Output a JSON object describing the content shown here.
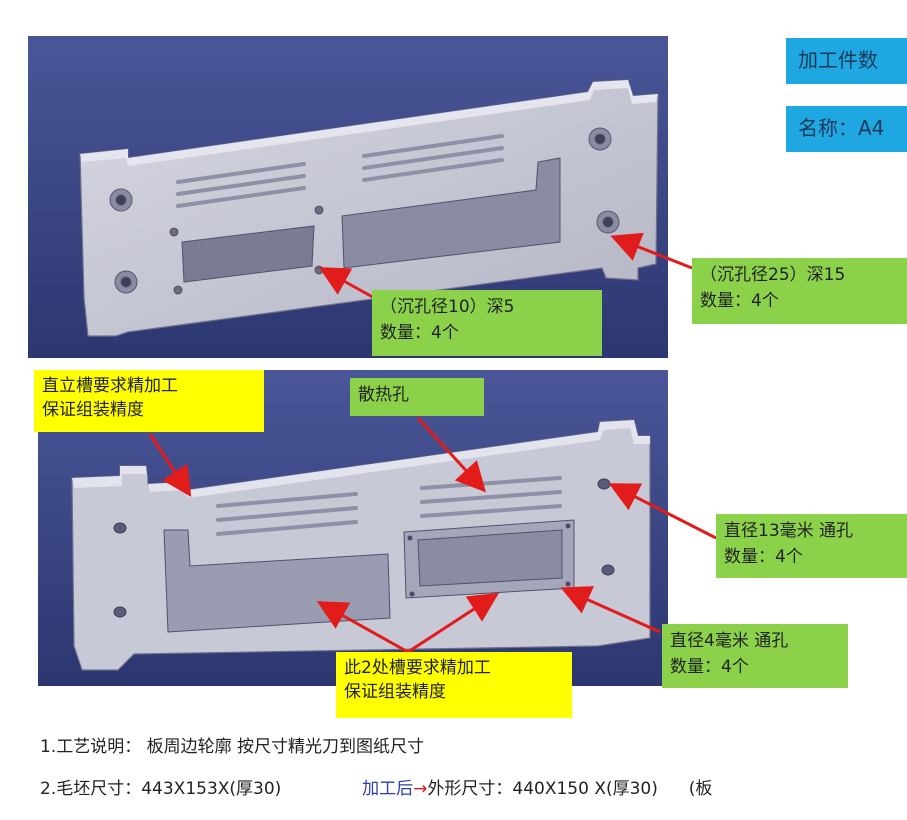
{
  "header": {
    "count_label": "加工件数",
    "name_label": "名称：A4"
  },
  "callouts": {
    "counterbore10": {
      "line1": "（沉孔径10）深5",
      "line2": "数量：4个"
    },
    "counterbore25": {
      "line1": "（沉孔径25）深15",
      "line2": "数量：4个"
    },
    "slot_vertical": {
      "line1": "直立槽要求精加工",
      "line2": "保证组装精度"
    },
    "vent_holes": {
      "line1": "散热孔"
    },
    "hole13": {
      "line1": "直径13毫米 通孔",
      "line2": "数量：4个"
    },
    "hole4": {
      "line1": "直径4毫米 通孔",
      "line2": "数量：4个"
    },
    "two_slots": {
      "line1": "此2处槽要求精加工",
      "line2": "保证组装精度"
    }
  },
  "notes": {
    "note1": "1.工艺说明： 板周边轮廓 按尺寸精光刀到图纸尺寸",
    "note2_left": "2.毛坯尺寸：443X153X(厚30)",
    "note2_mid_a": "加工后",
    "note2_arrow": "→",
    "note2_mid_b": "外形尺寸：440X150 X(厚30)",
    "note2_right": "(板"
  },
  "colors": {
    "bg_panel": "#3b4a86",
    "part": "#c4c5d2",
    "arrow": "#e21b1b"
  }
}
